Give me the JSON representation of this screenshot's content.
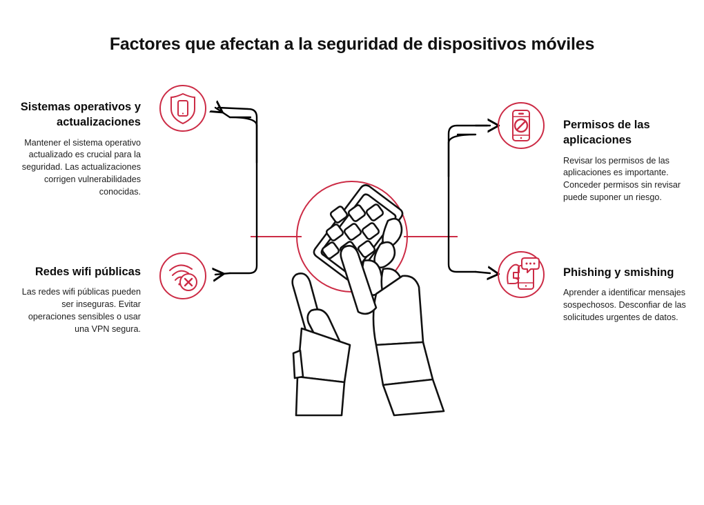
{
  "page": {
    "title": "Factores que afectan a la seguridad de dispositivos móviles",
    "background_color": "#ffffff",
    "accent_color": "#cc2b45",
    "text_color": "#111111",
    "connector_color": "#000000"
  },
  "central": {
    "icon": "hands-holding-smartphone-illustration",
    "circle_color": "#cc2b45"
  },
  "factors": [
    {
      "id": "sistemas-operativos",
      "side": "left",
      "icon": "shield-phone-icon",
      "heading": "Sistemas operativos y actualizaciones",
      "body": "Mantener el sistema operativo actualizado es crucial para la seguridad. Las actualizaciones corrigen vulnerabilidades conocidas."
    },
    {
      "id": "redes-wifi-publicas",
      "side": "left",
      "icon": "wifi-blocked-icon",
      "heading": "Redes wifi públicas",
      "body": "Las redes wifi públicas pueden ser inseguras. Evitar operaciones sensibles o usar una VPN segura."
    },
    {
      "id": "permisos-aplicaciones",
      "side": "right",
      "icon": "phone-prohibited-icon",
      "heading": "Permisos de las aplicaciones",
      "body": "Revisar los permisos de las aplicaciones es importante. Conceder permisos sin revisar puede suponer un riesgo."
    },
    {
      "id": "phishing-smishing",
      "side": "right",
      "icon": "phone-message-hand-icon",
      "heading": "Phishing y smishing",
      "body": "Aprender a identificar mensajes sospechosos. Desconfiar de las solicitudes urgentes de datos."
    }
  ]
}
